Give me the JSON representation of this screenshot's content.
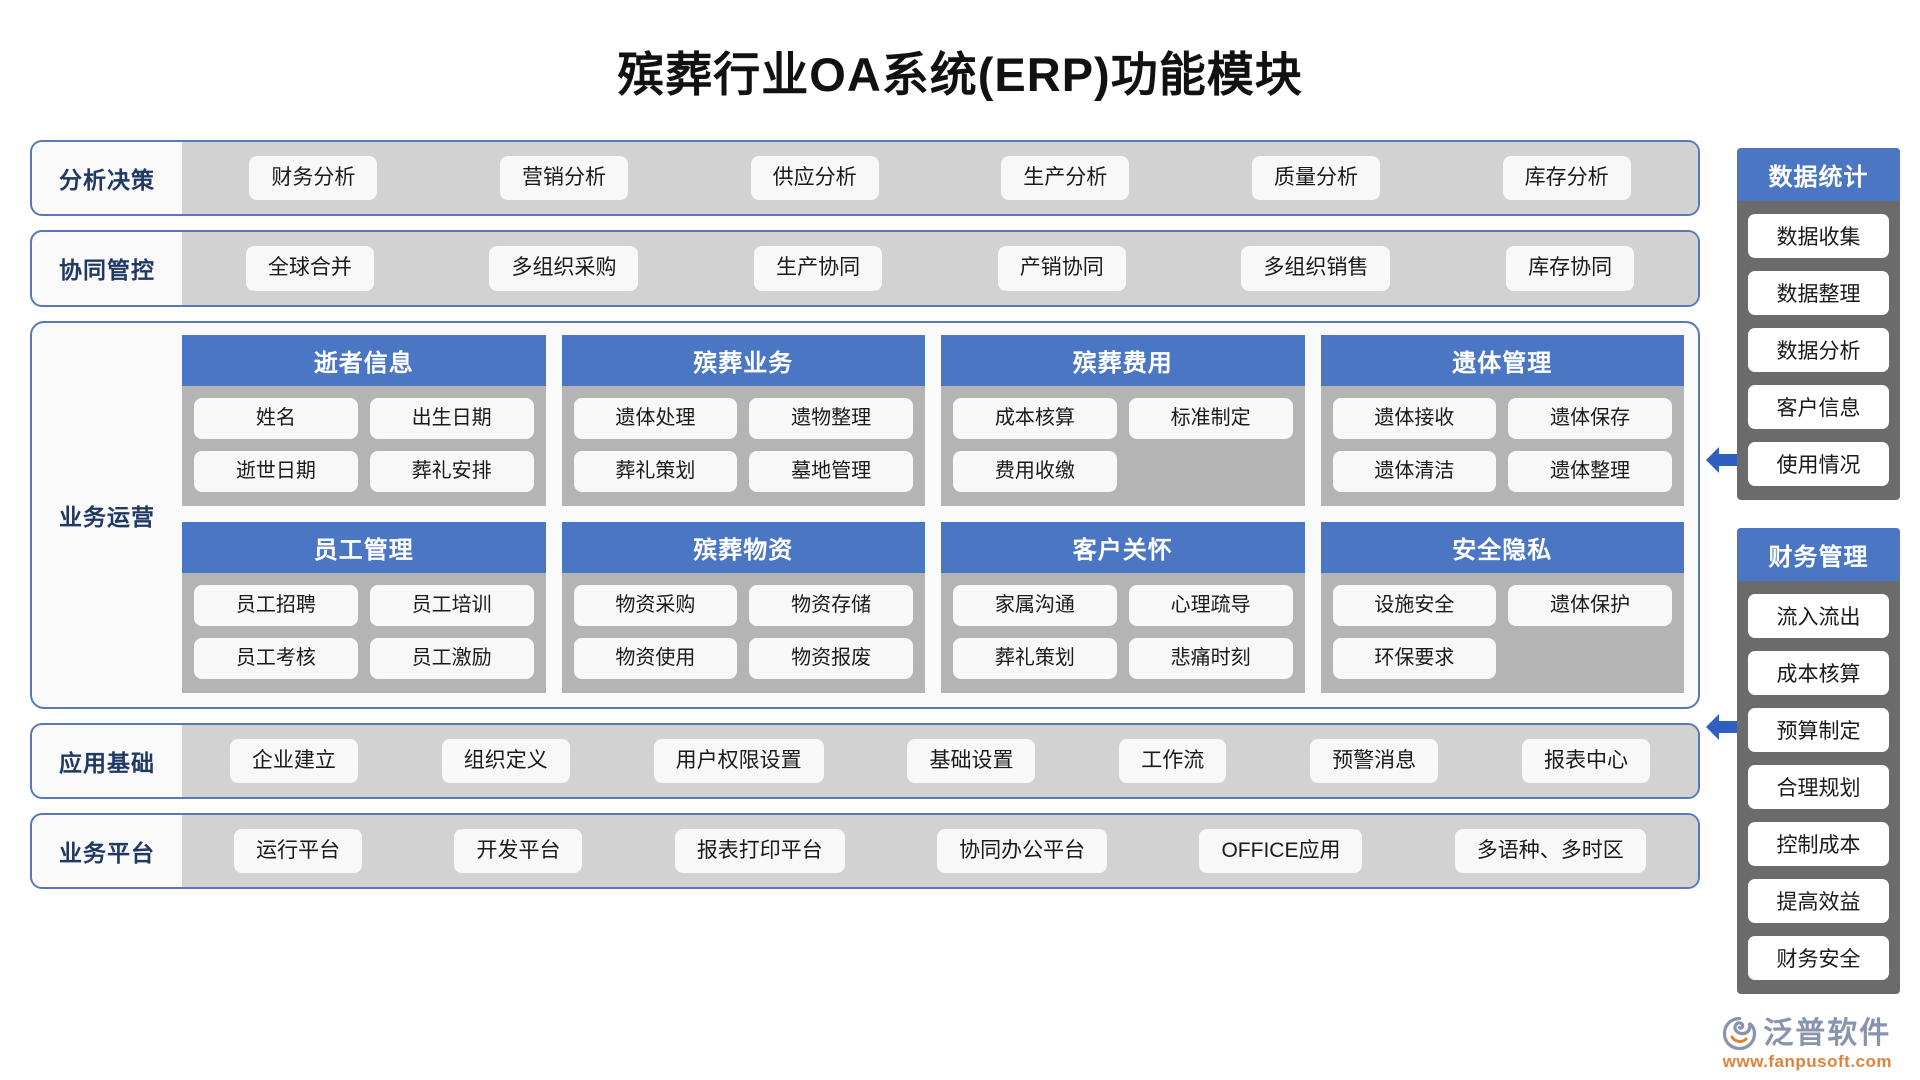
{
  "page": {
    "title": "殡葬行业OA系统(ERP)功能模块",
    "accent_blue": "#4a76c4",
    "border_blue": "#5878b8",
    "label_navy": "#1f3864",
    "band_gray": "#d2d2d2",
    "card_gray": "#b4b4b4",
    "sidebar_gray": "#6b6b6b"
  },
  "bands": [
    {
      "label": "分析决策",
      "items": [
        "财务分析",
        "营销分析",
        "供应分析",
        "生产分析",
        "质量分析",
        "库存分析"
      ]
    },
    {
      "label": "协同管控",
      "items": [
        "全球合并",
        "多组织采购",
        "生产协同",
        "产销协同",
        "多组织销售",
        "库存协同"
      ]
    }
  ],
  "operations": {
    "label": "业务运营",
    "cards": [
      {
        "title": "逝者信息",
        "items": [
          "姓名",
          "出生日期",
          "逝世日期",
          "葬礼安排"
        ]
      },
      {
        "title": "殡葬业务",
        "items": [
          "遗体处理",
          "遗物整理",
          "葬礼策划",
          "墓地管理"
        ]
      },
      {
        "title": "殡葬费用",
        "items": [
          "成本核算",
          "标准制定",
          "费用收缴"
        ]
      },
      {
        "title": "遗体管理",
        "items": [
          "遗体接收",
          "遗体保存",
          "遗体清洁",
          "遗体整理"
        ]
      },
      {
        "title": "员工管理",
        "items": [
          "员工招聘",
          "员工培训",
          "员工考核",
          "员工激励"
        ]
      },
      {
        "title": "殡葬物资",
        "items": [
          "物资采购",
          "物资存储",
          "物资使用",
          "物资报废"
        ]
      },
      {
        "title": "客户关怀",
        "items": [
          "家属沟通",
          "心理疏导",
          "葬礼策划",
          "悲痛时刻"
        ]
      },
      {
        "title": "安全隐私",
        "items": [
          "设施安全",
          "遗体保护",
          "环保要求"
        ]
      }
    ]
  },
  "bottom_bands": [
    {
      "label": "应用基础",
      "items": [
        "企业建立",
        "组织定义",
        "用户权限设置",
        "基础设置",
        "工作流",
        "预警消息",
        "报表中心"
      ]
    },
    {
      "label": "业务平台",
      "items": [
        "运行平台",
        "开发平台",
        "报表打印平台",
        "协同办公平台",
        "OFFICE应用",
        "多语种、多时区"
      ]
    }
  ],
  "sidebar": {
    "panels": [
      {
        "title": "数据统计",
        "items": [
          "数据收集",
          "数据整理",
          "数据分析",
          "客户信息",
          "使用情况"
        ]
      },
      {
        "title": "财务管理",
        "items": [
          "流入流出",
          "成本核算",
          "预算制定",
          "合理规划",
          "控制成本",
          "提高效益",
          "财务安全"
        ]
      }
    ]
  },
  "logo": {
    "name": "泛普软件",
    "url": "www.fanpusoft.com"
  }
}
